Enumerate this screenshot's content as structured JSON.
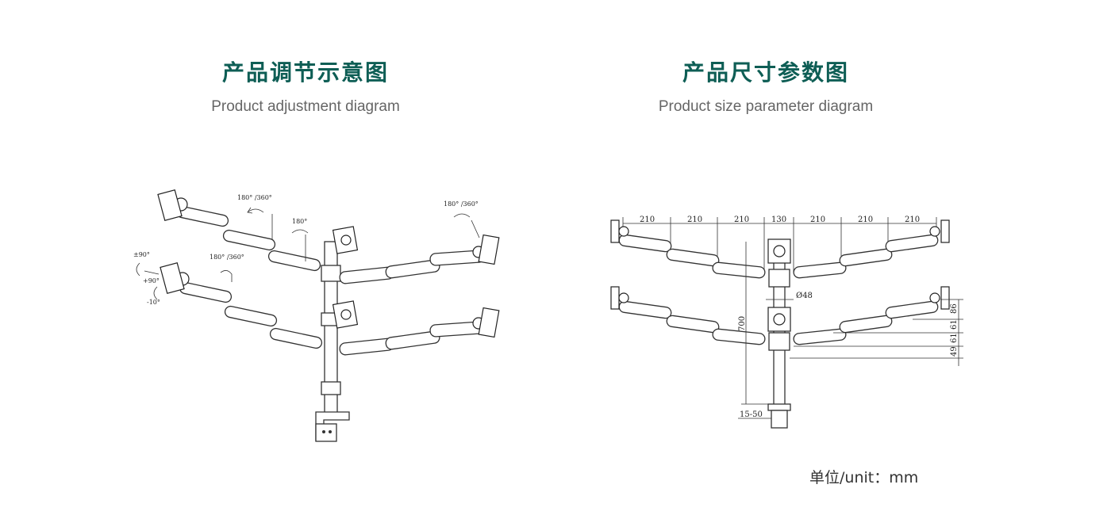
{
  "left": {
    "title": "产品调节示意图",
    "subtitle": "Product adjustment diagram",
    "angles": {
      "top_swivel": "180° /360°",
      "top_tilt": "180°",
      "right_swivel": "180° /360°",
      "mid_swivel": "180° /360°",
      "tilt_pm90": "±90°",
      "tilt_plus90": "+90°",
      "tilt_minus10": "-10°"
    }
  },
  "right": {
    "title": "产品尺寸参数图",
    "subtitle": "Product size parameter diagram",
    "dims": {
      "seg1": "210",
      "seg2": "210",
      "seg3": "210",
      "center": "130",
      "seg4": "210",
      "seg5": "210",
      "seg6": "210",
      "pole_diameter": "Ø48",
      "pole_height": "700",
      "clamp_range": "15-50",
      "v1": "86",
      "v2": "61",
      "v3": "61",
      "v4": "49"
    }
  },
  "unit_note": "单位/unit：mm"
}
